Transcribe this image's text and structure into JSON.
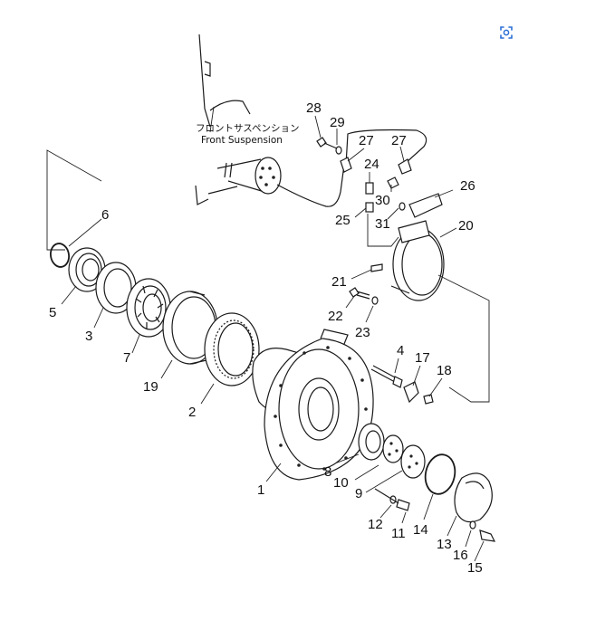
{
  "caption": {
    "jp": "フロントサスペンション",
    "en": "Front Suspension"
  },
  "parts": [
    {
      "id": "1",
      "label": "1"
    },
    {
      "id": "2",
      "label": "2"
    },
    {
      "id": "3",
      "label": "3"
    },
    {
      "id": "4",
      "label": "4"
    },
    {
      "id": "5",
      "label": "5"
    },
    {
      "id": "6",
      "label": "6"
    },
    {
      "id": "7",
      "label": "7"
    },
    {
      "id": "8",
      "label": "8"
    },
    {
      "id": "9",
      "label": "9"
    },
    {
      "id": "10",
      "label": "10"
    },
    {
      "id": "11",
      "label": "11"
    },
    {
      "id": "12",
      "label": "12"
    },
    {
      "id": "13",
      "label": "13"
    },
    {
      "id": "14",
      "label": "14"
    },
    {
      "id": "15",
      "label": "15"
    },
    {
      "id": "16",
      "label": "16"
    },
    {
      "id": "17",
      "label": "17"
    },
    {
      "id": "18",
      "label": "18"
    },
    {
      "id": "19",
      "label": "19"
    },
    {
      "id": "20",
      "label": "20"
    },
    {
      "id": "21",
      "label": "21"
    },
    {
      "id": "22",
      "label": "22"
    },
    {
      "id": "23",
      "label": "23"
    },
    {
      "id": "24",
      "label": "24"
    },
    {
      "id": "25",
      "label": "25"
    },
    {
      "id": "26",
      "label": "26"
    },
    {
      "id": "27a",
      "label": "27"
    },
    {
      "id": "27b",
      "label": "27"
    },
    {
      "id": "28",
      "label": "28"
    },
    {
      "id": "29",
      "label": "29"
    },
    {
      "id": "30",
      "label": "30"
    },
    {
      "id": "31",
      "label": "31"
    }
  ],
  "icons": {
    "scan": "visual-search-icon"
  }
}
